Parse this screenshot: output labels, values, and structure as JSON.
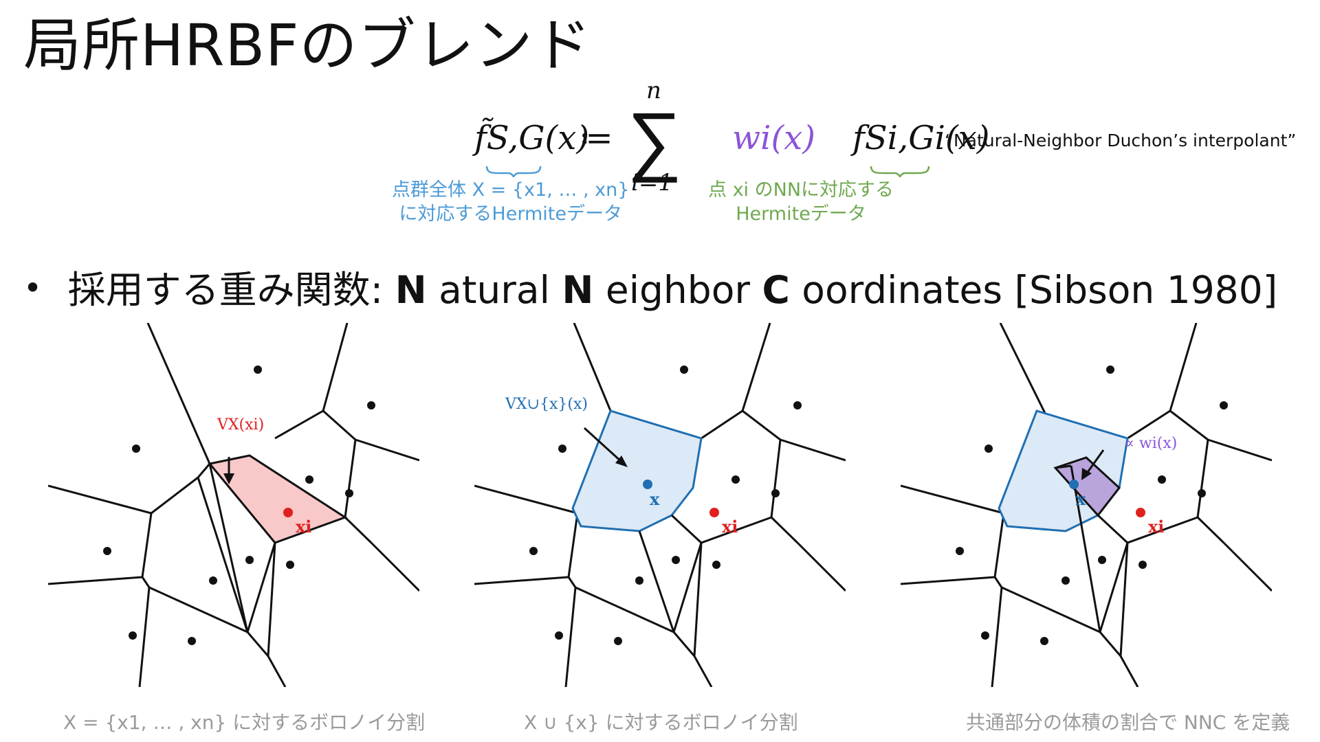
{
  "slide": {
    "title": "局所HRBFのブレンド",
    "formula": {
      "lhs": "f̃S,G(x)",
      "lhs_sub": "S,G",
      "assign": "≔",
      "sum_top": "n",
      "sum_bottom": "i=1",
      "weight": "wi(x)",
      "weight_sub": "i",
      "term": "fSi,Gi(x)",
      "term_sub": "Si,Gi"
    },
    "annotations": {
      "left_line1": "点群全体 X = {x1, … , xn}",
      "left_line2": "に対応するHermiteデータ",
      "right_line1": "点 xi のNNに対応する",
      "right_line2": "Hermiteデータ"
    },
    "quote": "“Natural-Neighbor Duchon’s interpolant”",
    "bullet_text": "採用する重み関数: Natural Neighbor Coordinates [Sibson 1980]",
    "bullet_parts": {
      "prefix": "採用する重み関数: ",
      "n1": "N",
      "atural": "atural ",
      "n2": "N",
      "eighbor": "eighbor ",
      "c": "C",
      "oordinates": "oordinates [Sibson 1980]"
    },
    "panels": [
      {
        "label": "VX(xi)",
        "x_label": "xi",
        "caption": "X = {x1, … , xn} に対するボロノイ分割"
      },
      {
        "label": "VX∪{x}(x)",
        "x_label": "x",
        "xi_label": "xi",
        "caption": "X ∪ {x} に対するボロノイ分割"
      },
      {
        "label": "∝ wi(x)",
        "x_label": "x",
        "xi_label": "xi",
        "caption": "共通部分の体積の割合で NNC を定義"
      }
    ],
    "colors": {
      "red": "#e02020",
      "blue": "#1f6fb2",
      "purple": "#8b55d8",
      "green": "#6fa84f",
      "light_blue_fill": "#dce9f6",
      "light_red_fill": "#f9c8c8",
      "purple_fill": "#b9a4dc"
    }
  }
}
